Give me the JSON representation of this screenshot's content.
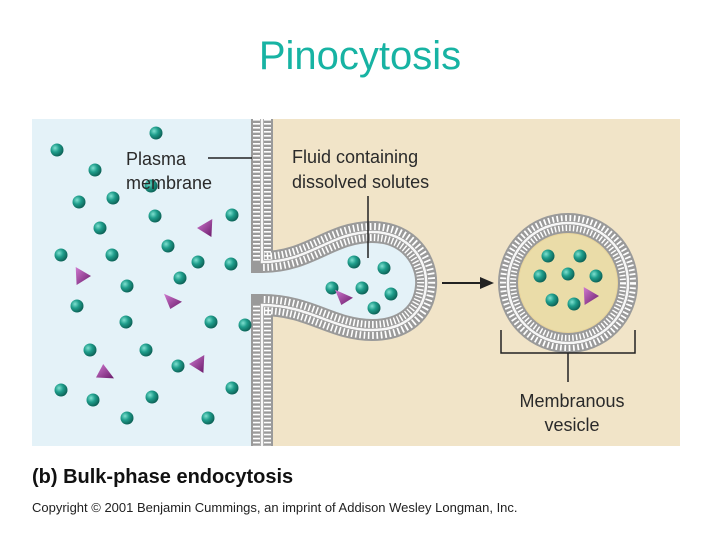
{
  "slide": {
    "title": "Pinocytosis"
  },
  "figure": {
    "labels": {
      "plasma_membrane_line1": "Plasma",
      "plasma_membrane_line2": "membrane",
      "fluid_line1": "Fluid containing",
      "fluid_line2": "dissolved solutes",
      "vesicle_line1": "Membranous",
      "vesicle_line2": "vesicle"
    },
    "caption": "(b) Bulk-phase endocytosis",
    "copyright": "Copyright © 2001 Benjamin Cummings, an imprint of Addison Wesley Longman, Inc."
  },
  "colors": {
    "title": "#17b3a3",
    "extracellular": "#e4f2f8",
    "cytoplasm": "#f1e4c8",
    "solute_sphere": "#1f9e8c",
    "solute_triangle": "#8a2a86",
    "membrane": "#8a8a8a"
  }
}
